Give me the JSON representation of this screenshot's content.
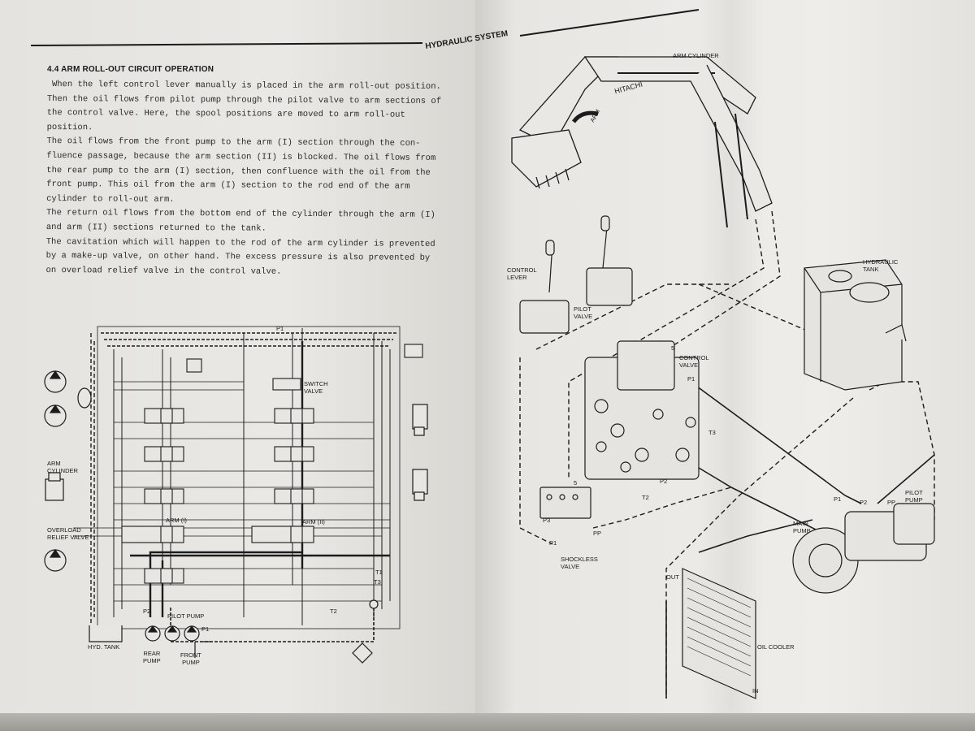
{
  "header": {
    "title": "HYDRAULIC SYSTEM"
  },
  "section": {
    "heading": "4.4  ARM ROLL-OUT CIRCUIT OPERATION",
    "lines": [
      "When the left control lever manually is placed in the arm roll-out position.",
      "Then the oil flows from pilot pump through the pilot valve to arm sections of",
      "the control valve.  Here, the spool positions are moved to arm roll-out",
      "position.",
      "The oil flows from the front pump to the arm (I) section through the con-",
      "fluence passage, because the arm section (II) is blocked.  The oil flows from",
      "the rear pump to the arm (I) section, then confluence with the oil from the",
      "front pump.  This oil from the arm (I) section to the rod end of the arm",
      "cylinder to roll-out arm.",
      "The return oil flows from the bottom end of the cylinder through the arm (I)",
      "and arm (II) sections returned to the tank.",
      "The cavitation which will happen to the rod of the arm cylinder is prevented",
      "by a make-up valve, on other hand.  The excess pressure is also prevented by",
      "on overload relief valve in the control valve."
    ]
  },
  "schematic": {
    "labels": {
      "p1_top": "P1",
      "switch_valve": "SWITCH\nVALVE",
      "arm_cylinder": "ARM\nCYLINDER",
      "overload_relief_valve": "OVERLOAD\nRELIEF VALVE",
      "arm_1": "ARM (I)",
      "arm_2": "ARM (II)",
      "t1": "T1",
      "t3": "T3",
      "t2": "T2",
      "p2": "P2",
      "pilot_pump": "PILOT PUMP",
      "p1_bottom": "P1",
      "hyd_tank": "HYD. TANK",
      "rear_pump": "REAR\nPUMP",
      "front_pump": "FRONT\nPUMP"
    }
  },
  "pictorial": {
    "labels": {
      "arm_cylinder": "ARM CYLINDER",
      "arm": "ARM",
      "hitachi": "HITACHI",
      "control_lever": "CONTROL\nLEVER",
      "pilot_valve": "PILOT\nVALVE",
      "hydraulic_tank": "HYDRAULIC\nTANK",
      "five_a": "5",
      "control_valve": "CONTROL\nVALVE",
      "p1_cv": "P1",
      "t3": "T3",
      "p2_cv": "P2",
      "t2": "T2",
      "five_b": "5",
      "p3": "P3",
      "p1_sv": "P1",
      "pp_sv": "PP",
      "shockless_valve": "SHOCKLESS\nVALVE",
      "p1_pump": "P1",
      "p2_pump": "P2",
      "pp_pump": "PP",
      "pilot_pump": "PILOT\nPUMP",
      "main_pump": "MAIN\nPUMP",
      "out": "OUT",
      "in": "IN",
      "oil_cooler": "OIL COOLER"
    }
  }
}
